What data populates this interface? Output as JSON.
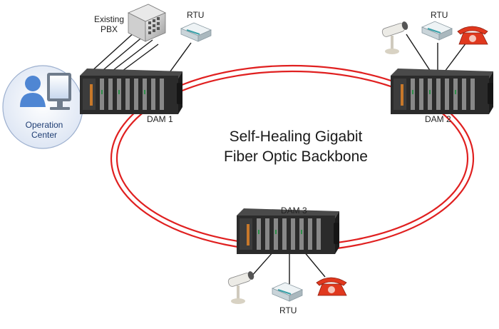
{
  "title": {
    "line1": "Self-Healing Gigabit",
    "line2": "Fiber Optic Backbone"
  },
  "nodes": {
    "dam1": {
      "label": "DAM 1"
    },
    "dam2": {
      "label": "DAM 2"
    },
    "dam3": {
      "label": "DAM 3"
    }
  },
  "devices": {
    "pbx": {
      "label_line1": "Existing",
      "label_line2": "PBX"
    },
    "rtu_top_left": {
      "label": "RTU"
    },
    "rtu_top_right": {
      "label": "RTU"
    },
    "rtu_bottom": {
      "label": "RTU"
    },
    "operation_center": {
      "label_line1": "Operation",
      "label_line2": "Center"
    }
  },
  "colors": {
    "ring": "#e02020",
    "chassis": "#2b2b2b",
    "phone": "#e0381e",
    "device_body": "#dfe6ea",
    "device_accent": "#7cc3c9"
  },
  "icons": [
    "server-icon",
    "router-icon",
    "security-camera-icon",
    "telephone-icon",
    "computer-user-icon"
  ]
}
